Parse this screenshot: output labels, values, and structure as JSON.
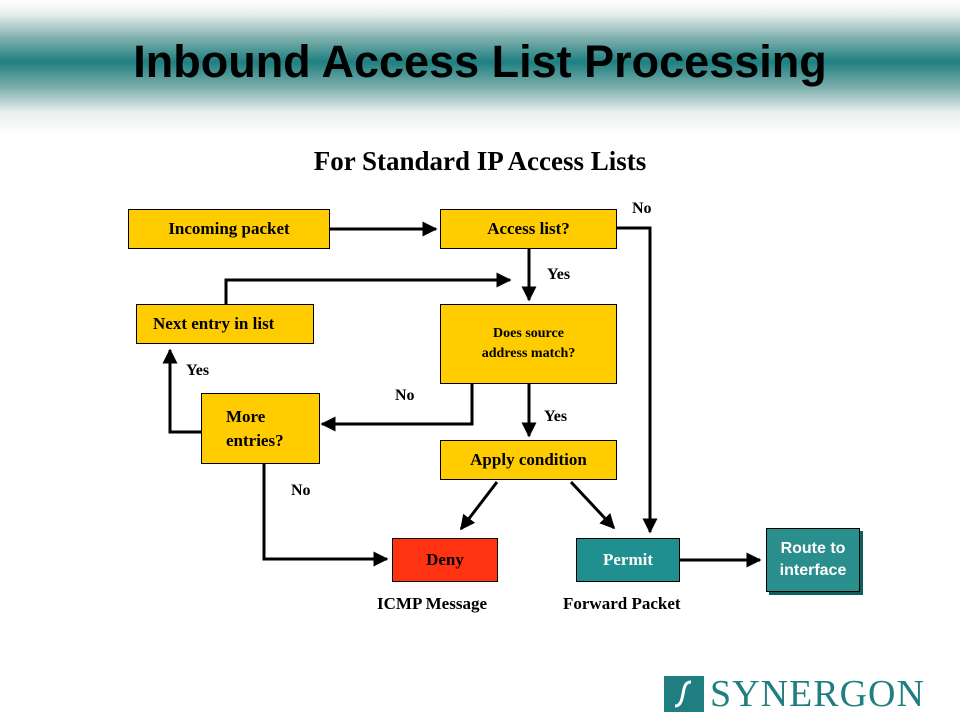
{
  "title": "Inbound Access List Processing",
  "subtitle": "For Standard IP Access Lists",
  "nodes": {
    "incoming": "Incoming packet",
    "access_list": "Access list?",
    "next_entry": "Next entry in list",
    "source_match_1": "Does source",
    "source_match_2": "address match?",
    "more_entries_1": "More",
    "more_entries_2": "entries?",
    "apply": "Apply condition",
    "deny": "Deny",
    "permit": "Permit",
    "route_1": "Route to",
    "route_2": "interface"
  },
  "edge_labels": {
    "access_no": "No",
    "access_yes": "Yes",
    "more_yes": "Yes",
    "match_no": "No",
    "match_yes": "Yes",
    "more_no": "No"
  },
  "captions": {
    "deny": "ICMP Message",
    "permit": "Forward Packet"
  },
  "logo": {
    "text": "SYNERGON"
  },
  "colors": {
    "decision": "#ffcc00",
    "deny": "#ff3311",
    "permit": "#1f8f8f",
    "route": "#2a8f8c",
    "brand": "#1f7f80"
  }
}
